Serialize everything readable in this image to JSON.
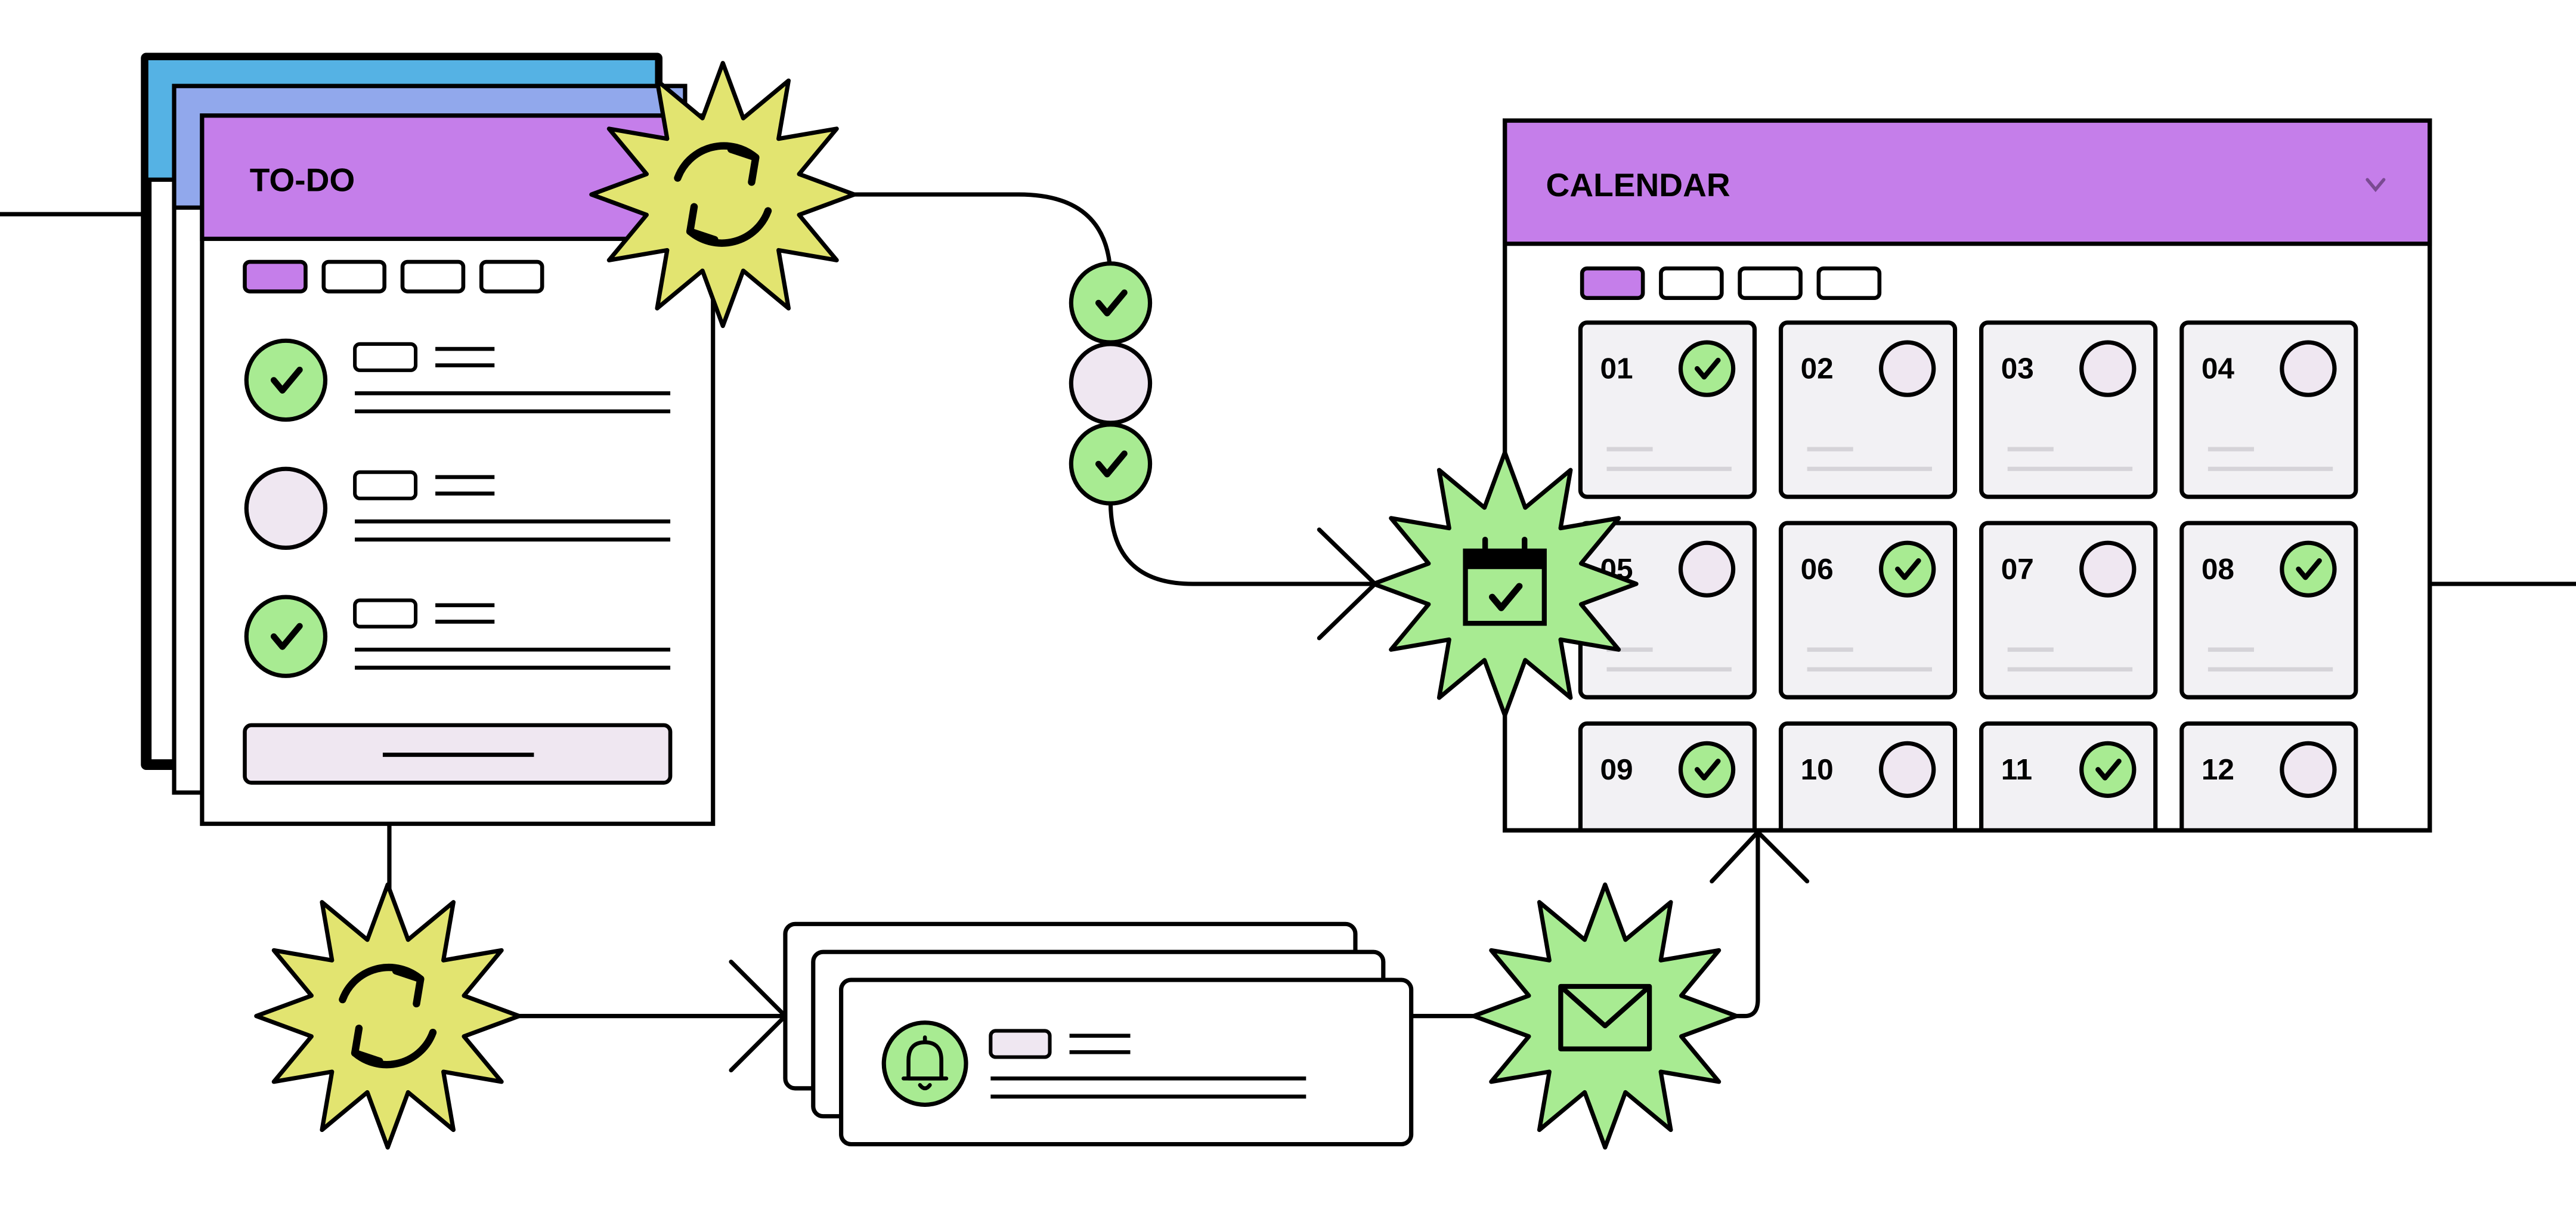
{
  "todo": {
    "title": "TO-DO",
    "items": [
      {
        "done": true
      },
      {
        "done": false
      },
      {
        "done": true
      }
    ]
  },
  "calendar": {
    "title": "CALENDAR",
    "days": [
      {
        "label": "01",
        "done": true
      },
      {
        "label": "02",
        "done": false
      },
      {
        "label": "03",
        "done": false
      },
      {
        "label": "04",
        "done": false
      },
      {
        "label": "05",
        "done": false
      },
      {
        "label": "06",
        "done": true
      },
      {
        "label": "07",
        "done": false
      },
      {
        "label": "08",
        "done": true
      },
      {
        "label": "09",
        "done": true
      },
      {
        "label": "10",
        "done": false
      },
      {
        "label": "11",
        "done": true
      },
      {
        "label": "12",
        "done": false
      }
    ]
  },
  "connector_steps": [
    {
      "done": true
    },
    {
      "done": false
    },
    {
      "done": true
    }
  ],
  "icons": [
    "sync-icon",
    "calendar-check-icon",
    "mail-icon",
    "bell-icon",
    "chevron-down-icon",
    "check-icon"
  ],
  "colors": {
    "purple": "#C57EEA",
    "blue": "#55B2E4",
    "periwinkle": "#91A8EC",
    "yellow": "#E2E470",
    "green": "#A8EB92",
    "lavender": "#EFE7F1",
    "card": "#F2F1F4",
    "line": "#000000"
  }
}
